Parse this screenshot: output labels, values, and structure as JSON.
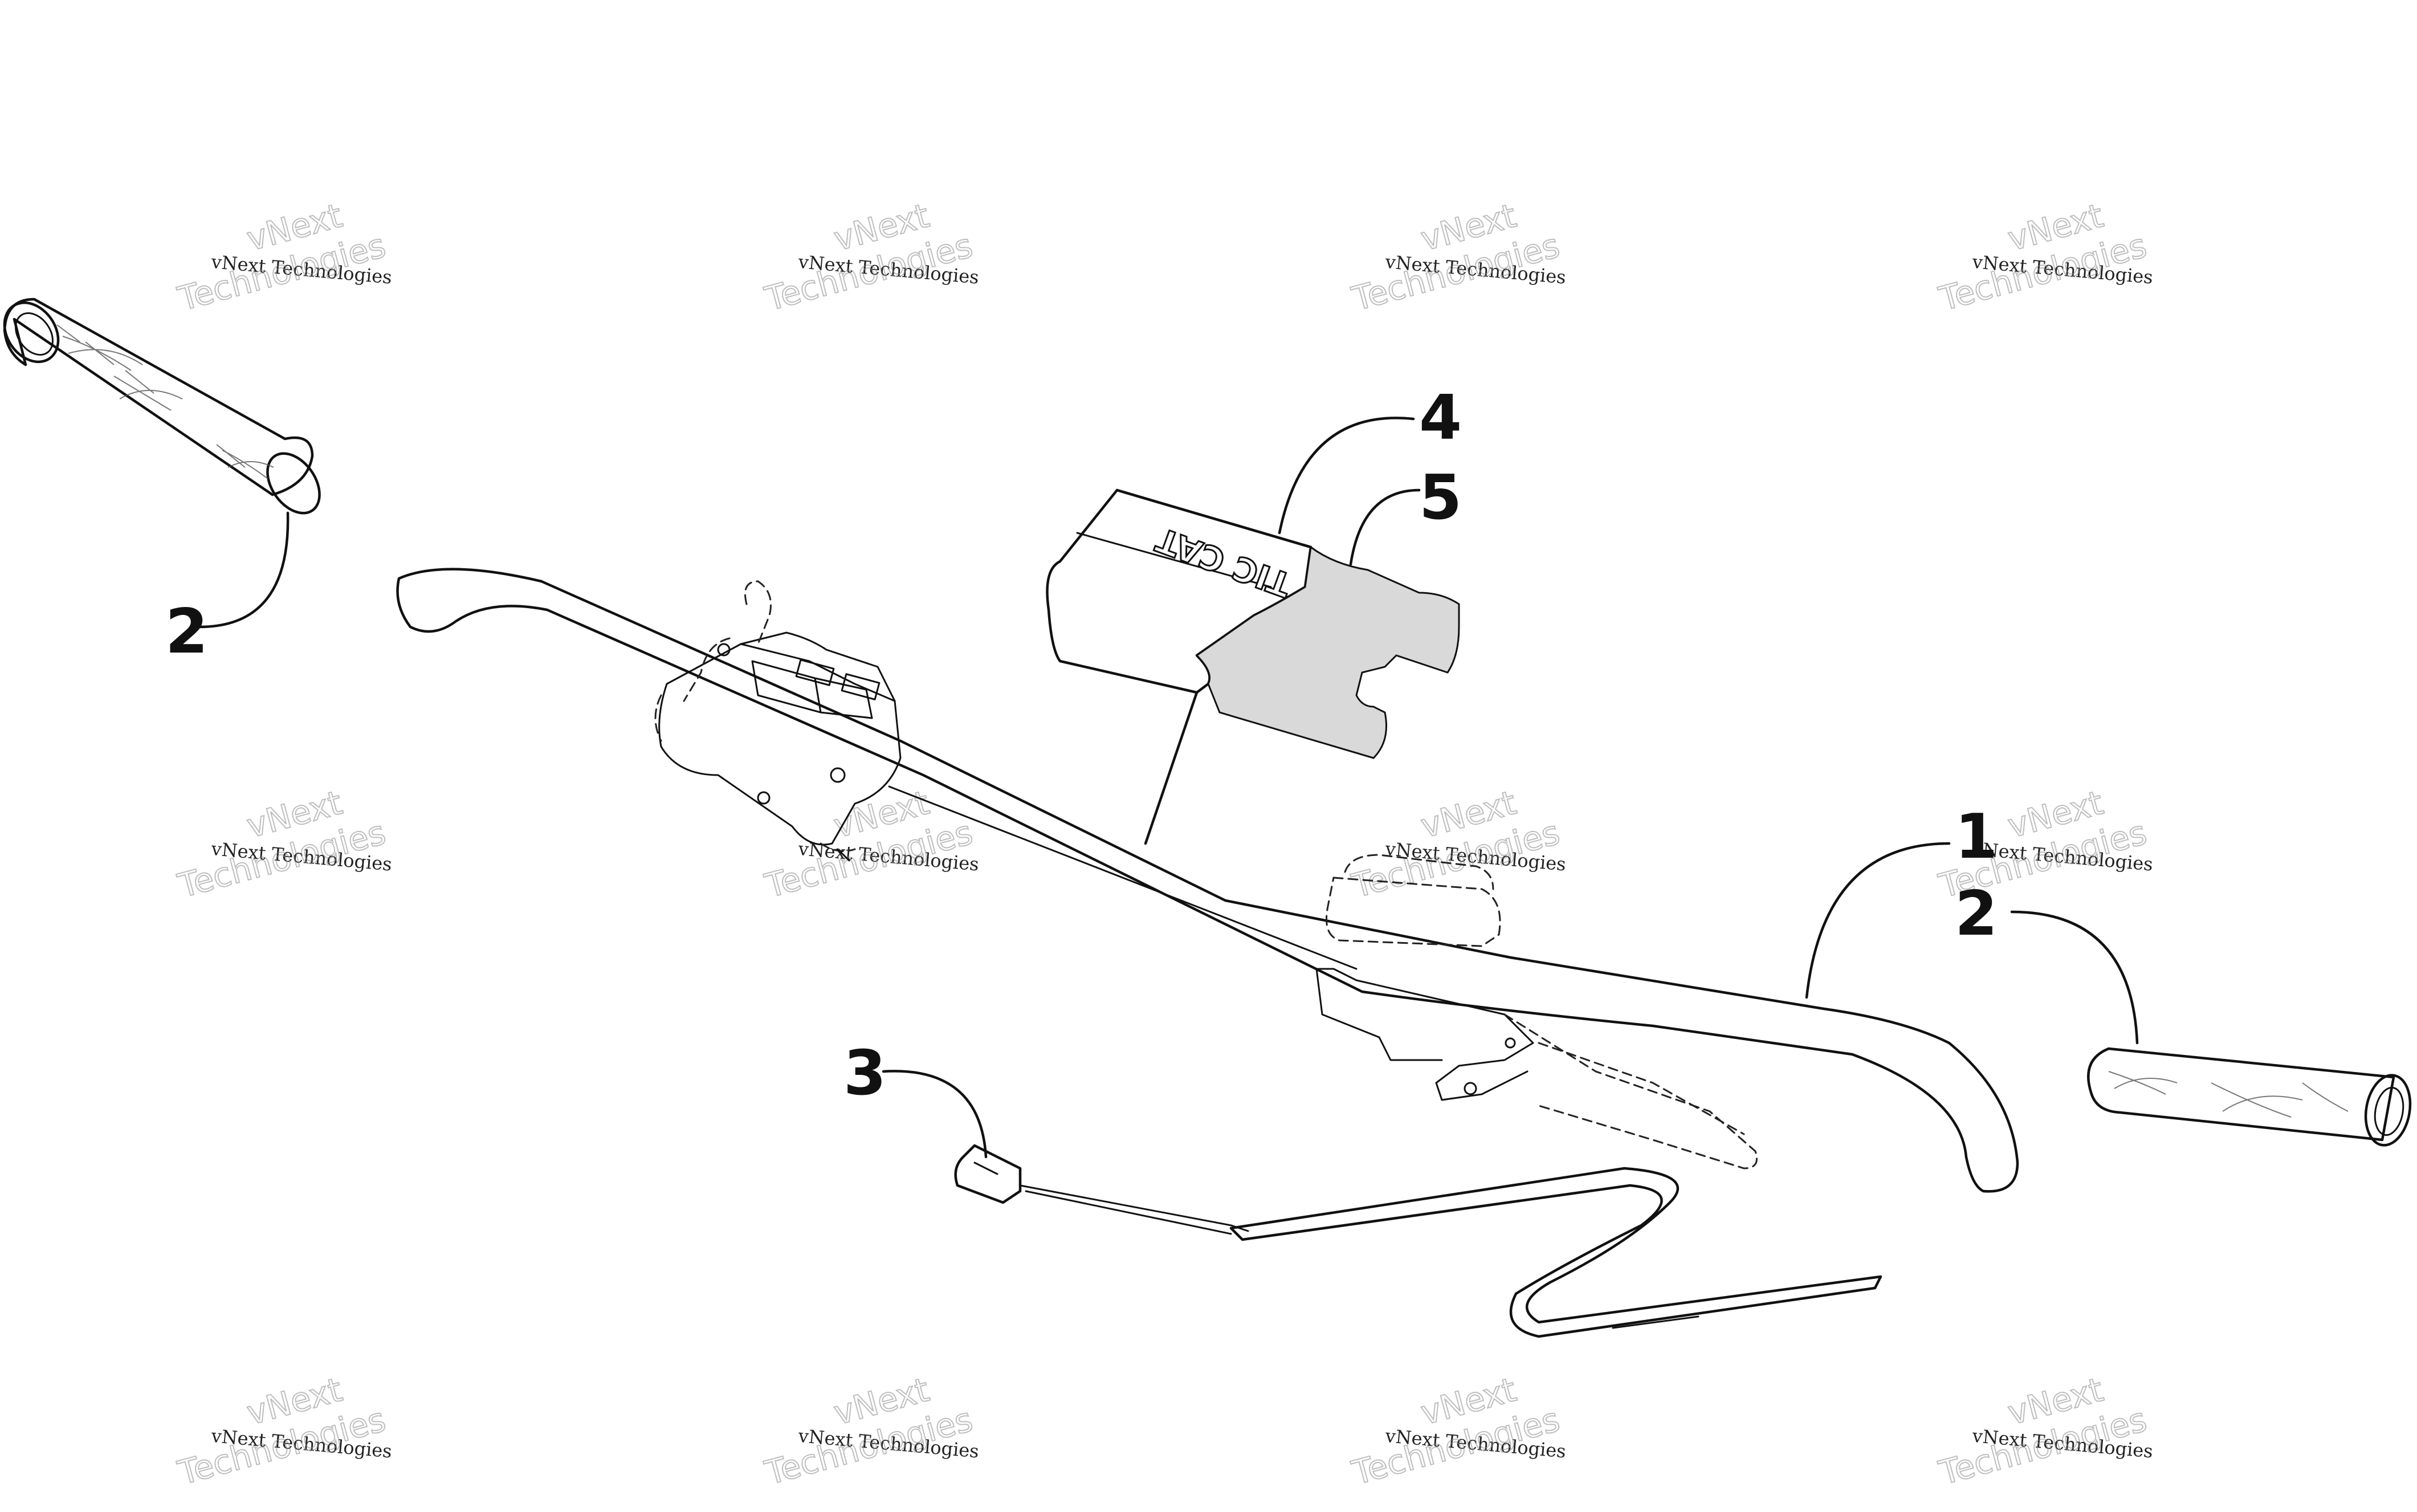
{
  "diagram": {
    "callouts": [
      {
        "id": "1",
        "label": "1"
      },
      {
        "id": "2a",
        "label": "2"
      },
      {
        "id": "2b",
        "label": "2"
      },
      {
        "id": "3",
        "label": "3"
      },
      {
        "id": "4",
        "label": "4"
      },
      {
        "id": "5",
        "label": "5"
      }
    ],
    "pad_lettering": "TIC CAT",
    "watermark": {
      "line1": "vNext",
      "line2": "vNext Technologies",
      "line3": "Technologies"
    }
  }
}
